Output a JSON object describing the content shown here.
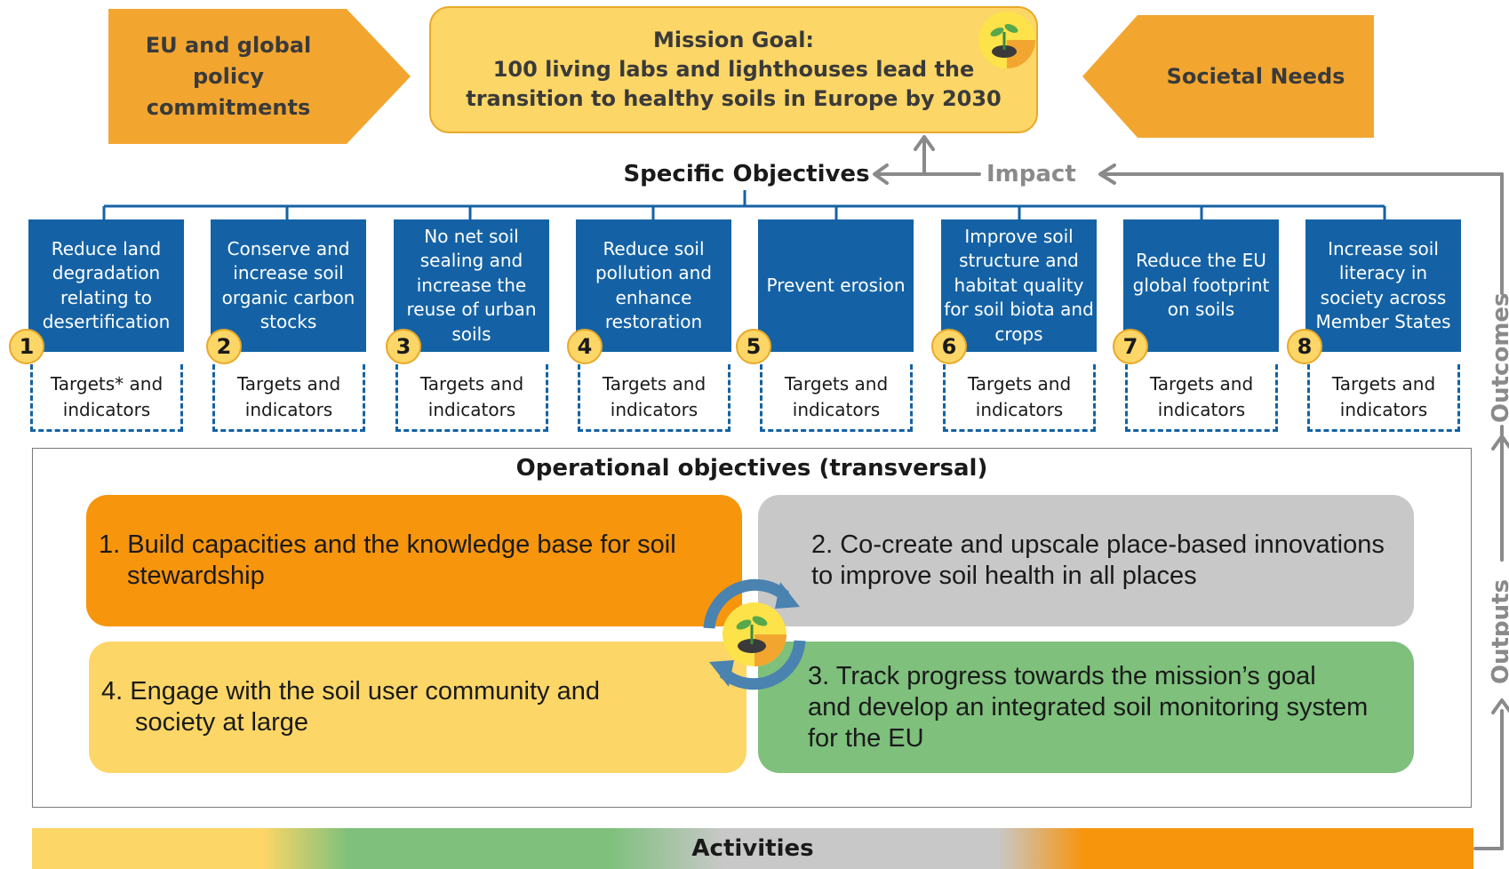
{
  "top": {
    "left_banner": "EU and global policy commitments",
    "right_banner": "Societal Needs",
    "mission_title": "Mission Goal:",
    "mission_text": "100 living labs and lighthouses lead the transition to healthy soils in Europe by 2030"
  },
  "specific_objectives_title": "Specific Objectives",
  "impact_label": "Impact",
  "objectives": [
    {
      "number": "1",
      "text": "Reduce land degradation relating to desertification",
      "targets": "Targets* and indicators"
    },
    {
      "number": "2",
      "text": "Conserve and increase soil organic carbon stocks",
      "targets": "Targets and indicators"
    },
    {
      "number": "3",
      "text": "No net soil sealing and increase the reuse of urban soils",
      "targets": "Targets and indicators"
    },
    {
      "number": "4",
      "text": "Reduce soil pollution and enhance restoration",
      "targets": "Targets and indicators"
    },
    {
      "number": "5",
      "text": "Prevent erosion",
      "targets": "Targets and indicators"
    },
    {
      "number": "6",
      "text": "Improve soil structure and habitat quality for soil biota and crops",
      "targets": "Targets and indicators"
    },
    {
      "number": "7",
      "text": "Reduce the EU global footprint on soils",
      "targets": "Targets and indicators"
    },
    {
      "number": "8",
      "text": "Increase soil literacy in society across Member States",
      "targets": "Targets and indicators"
    }
  ],
  "operational": {
    "title": "Operational objectives (transversal)",
    "items": [
      {
        "line1": "1. Build capacities and the knowledge base for soil",
        "line2": "stewardship",
        "line3": ""
      },
      {
        "line1": "2. Co-create and upscale place-based innovations",
        "line2": "to improve soil health in all places",
        "line3": ""
      },
      {
        "line1": "3. Track progress towards the mission’s goal",
        "line2": "and develop an integrated soil monitoring system",
        "line3": "for the EU"
      },
      {
        "line1": "4. Engage with the soil user community and",
        "line2": "society at large",
        "line3": ""
      }
    ]
  },
  "activities_label": "Activities",
  "side_labels": {
    "outcomes": "Outcomes",
    "outputs": "Outputs"
  },
  "colors": {
    "blue": "#1462a5",
    "yellow": "#fcd667",
    "orange": "#f7950d",
    "grey": "#c8c8c8",
    "green": "#7ec07c",
    "banner_orange": "#f2a630"
  },
  "icons": [
    "plant-soil-icon",
    "cycle-arrows-icon"
  ]
}
